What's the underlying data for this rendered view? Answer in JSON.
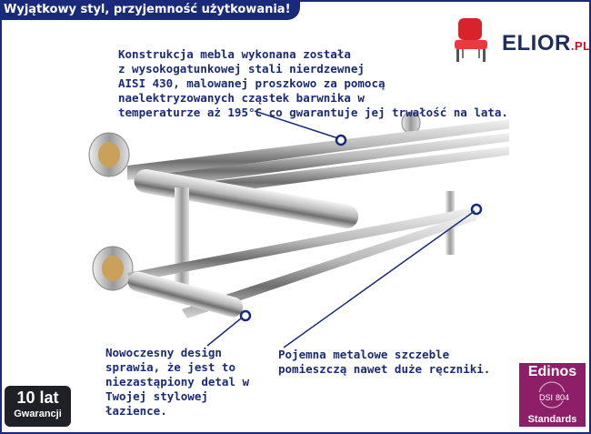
{
  "banner": {
    "text": "Wyjątkowy styl, przyjemność użytkowania!"
  },
  "logo": {
    "name": "ELIOR",
    "suffix": ".PL"
  },
  "callouts": {
    "construction": "Konstrukcja mebla wykonana została\nz wysokogatunkowej stali nierdzewnej\nAISI 430, malowanej proszkowo za pomocą\nnaelektryzowanych cząstek barwnika w\ntemperaturze aż 195°C co gwarantuje jej trwałość na lata.",
    "design": "Nowoczesny design\nsprawia, że jest to\nniezastąpiony detal w\nTwojej stylowej\nłazience.",
    "capacity": "Pojemna metalowe szczeble\npomieszczą nawet duże ręczniki."
  },
  "warranty": {
    "years": "10 lat",
    "label": "Gwarancji"
  },
  "certificate": {
    "brand": "Edinos",
    "dsi": "DSI",
    "number": "804",
    "standards": "Standards"
  },
  "colors": {
    "navy": "#1a2a7a",
    "logo_red": "#d01020",
    "cert_purple": "#8c1f67"
  }
}
